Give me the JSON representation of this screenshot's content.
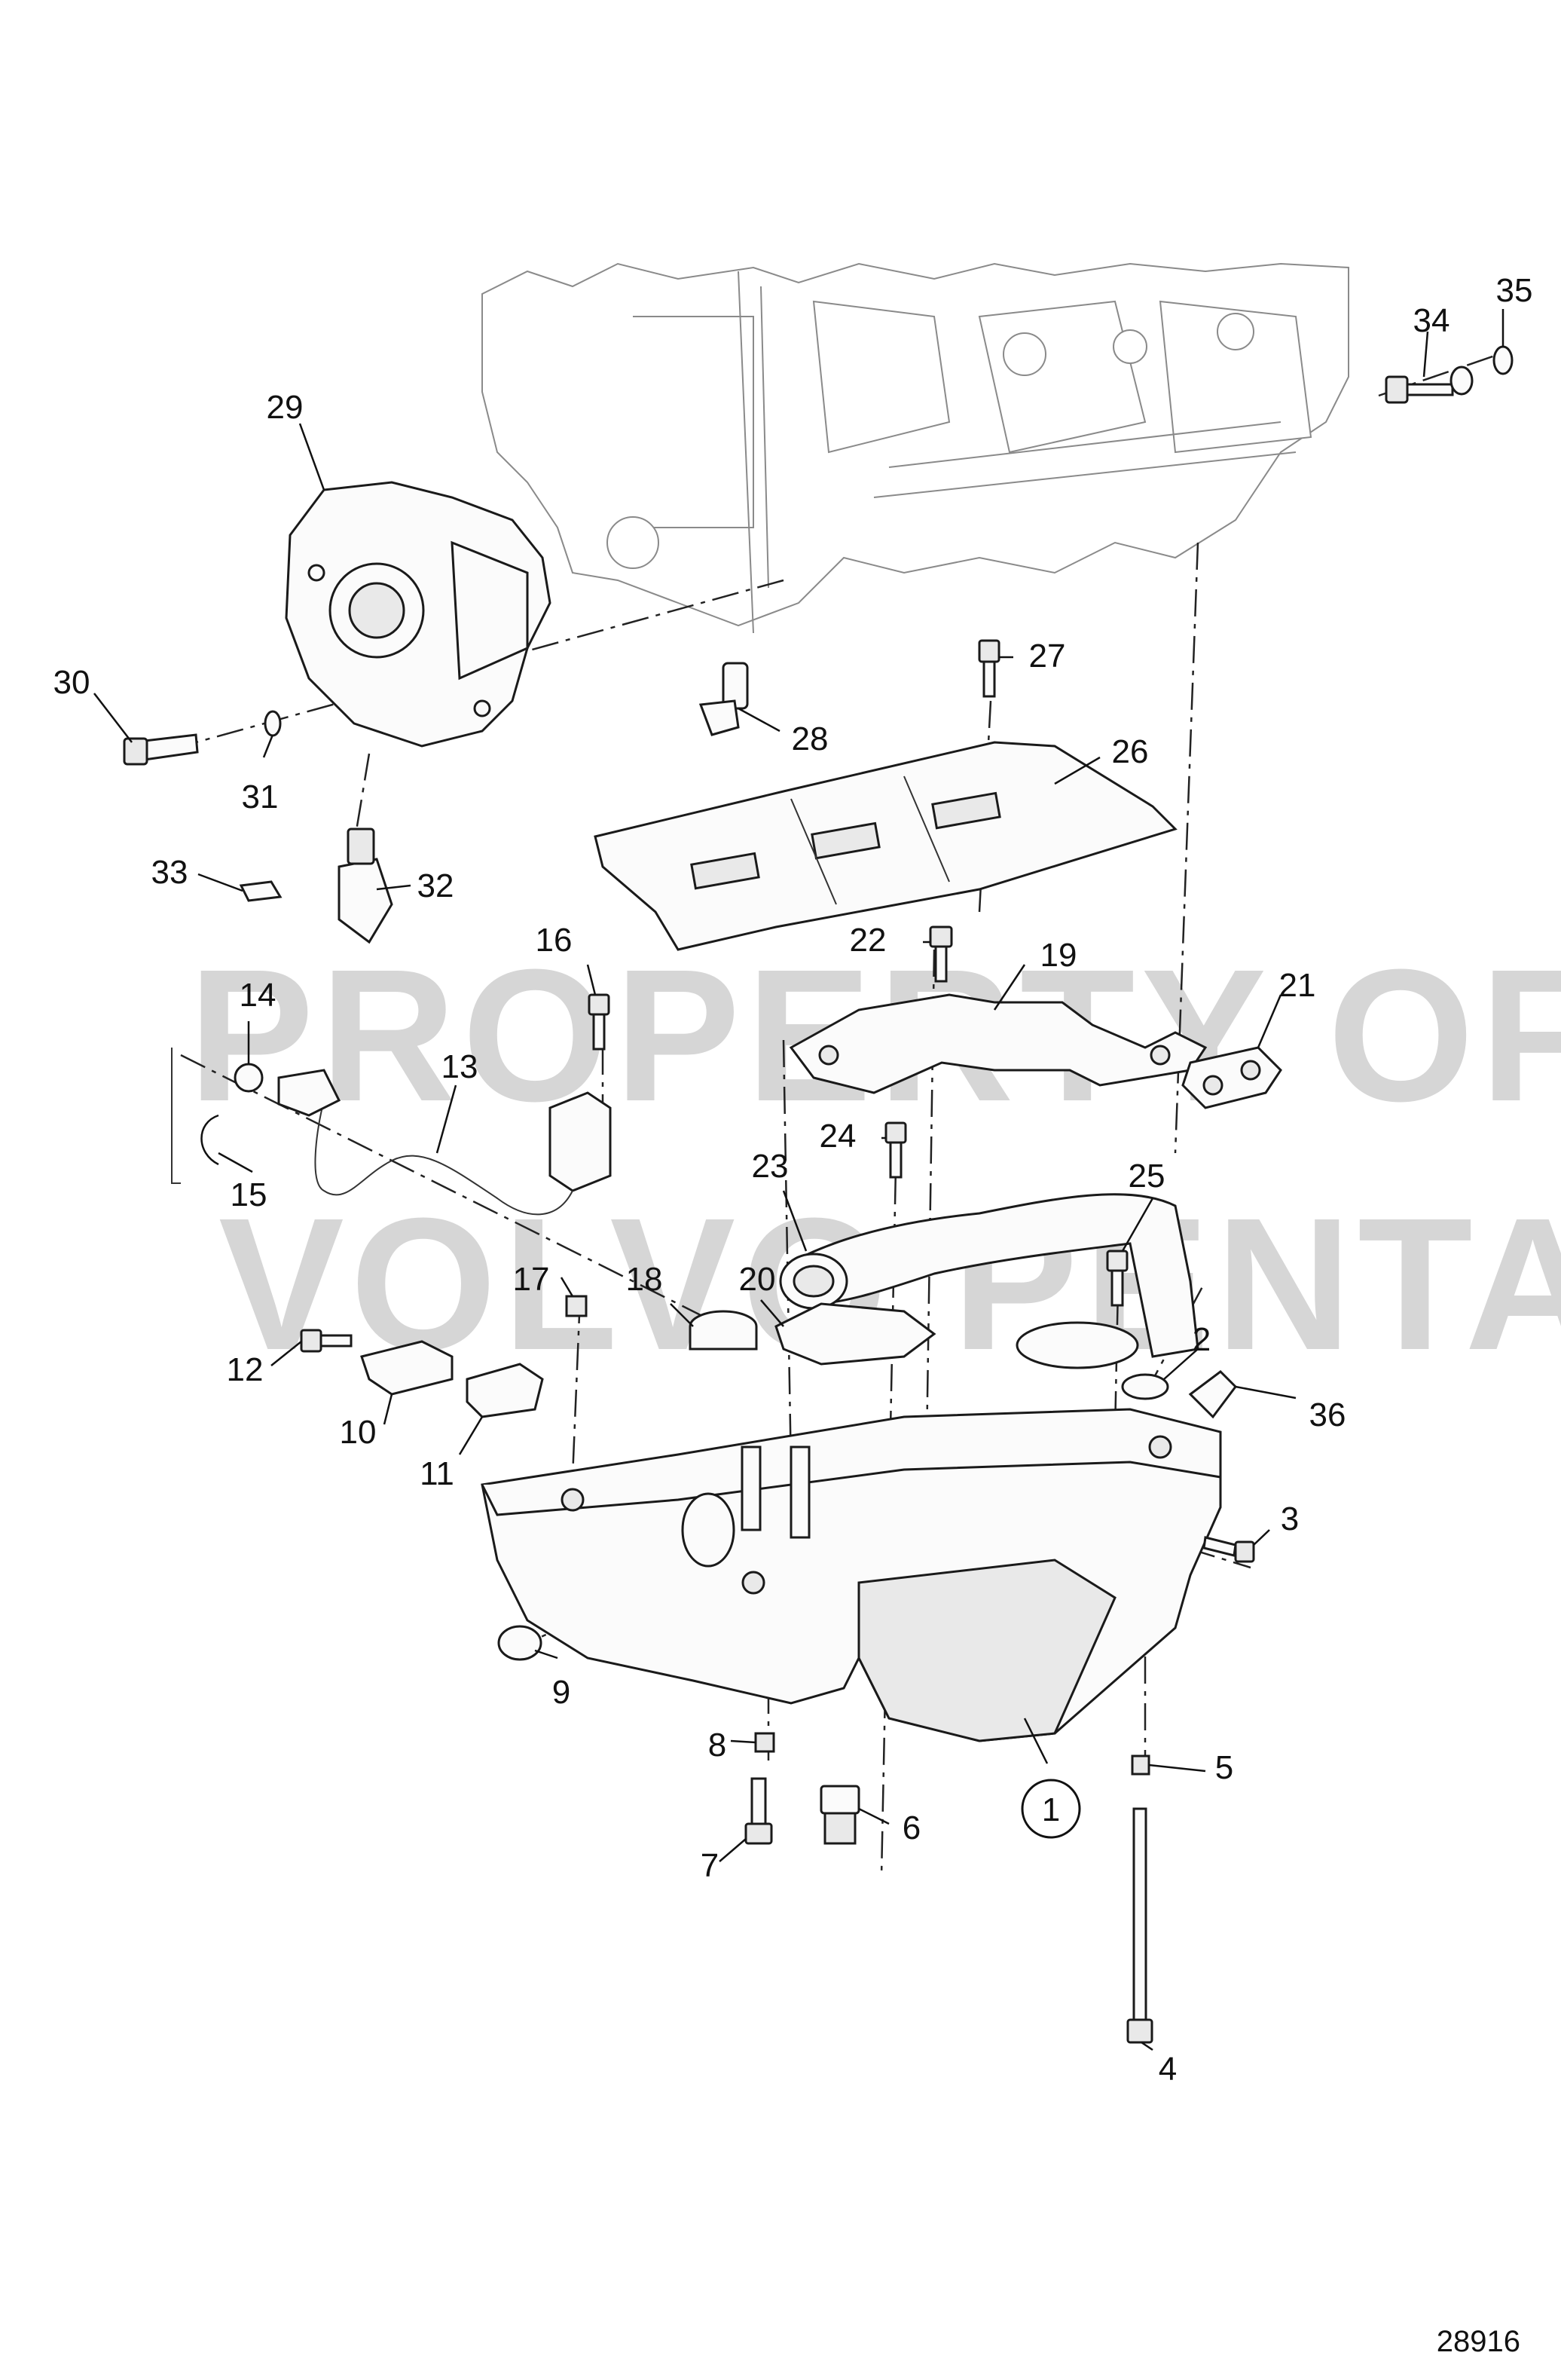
{
  "diagram": {
    "reference_number": "28916",
    "watermark": [
      "PROPERTY OF",
      "VOLVO PENTA"
    ],
    "part_labels": [
      "1",
      "2",
      "3",
      "4",
      "5",
      "6",
      "7",
      "8",
      "9",
      "10",
      "11",
      "12",
      "13",
      "14",
      "15",
      "16",
      "17",
      "18",
      "19",
      "20",
      "21",
      "22",
      "23",
      "24",
      "25",
      "26",
      "27",
      "28",
      "29",
      "30",
      "31",
      "32",
      "33",
      "34",
      "35",
      "36"
    ]
  }
}
